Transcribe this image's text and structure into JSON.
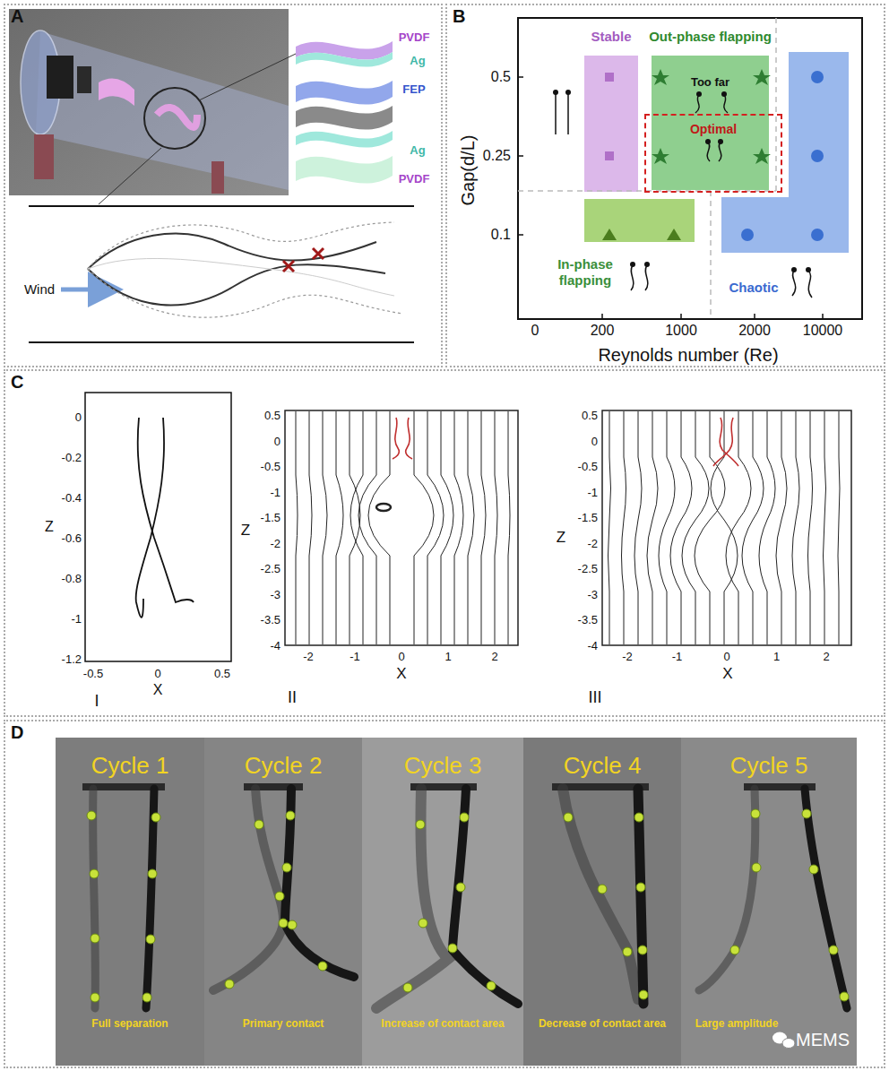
{
  "diagram": {
    "nodes": [
      {
        "text": [
          "A"
        ]
      },
      {
        "text": [
          "B"
        ]
      },
      {
        "text": [
          "Stable"
        ],
        "in": 1
      },
      {
        "text": [
          "Out-phase flapping",
          "Too far"
        ],
        "in": 1
      },
      {
        "text": [
          "Optimal"
        ],
        "in": 3
      },
      {
        "text": [
          "In-phase flapping"
        ],
        "in": 1
      },
      {
        "text": [
          "Chaotic"
        ],
        "in": 1
      },
      {
        "text": [
          "C"
        ]
      },
      {
        "text": [
          "D"
        ]
      },
      {
        "text": [
          "Cycle 1",
          "Full separation"
        ],
        "in": 8
      },
      {
        "text": [
          "Cycle 2",
          "Primary contact"
        ],
        "in": 8
      },
      {
        "text": [
          "Cycle 3",
          "Increase of contact area"
        ],
        "in": 8
      },
      {
        "text": [
          "Cycle 4",
          "Decrease of contact area"
        ],
        "in": 8
      },
      {
        "text": [
          "Cycle 5",
          "Large amplitude"
        ],
        "in": 8
      }
    ],
    "labels": [
      "PVDF",
      "Ag",
      "FEP",
      "Ag",
      "PVDF",
      "Wind",
      "Gap(d/L)",
      "0.5",
      "0.25",
      "0.1",
      "0",
      "200",
      "1000",
      "2000",
      "10000",
      "Reynolds number (Re)",
      "0",
      "-0.2",
      "-0.4",
      "-0.6",
      "-0.8",
      "-1",
      "-1.2",
      "Z",
      "-0.5",
      "0",
      "0.5",
      "X",
      "I",
      "0.5",
      "0",
      "-0.5",
      "-1",
      "-1.5",
      "-2",
      "-2.5",
      "-3",
      "-3.5",
      "-4",
      "Z",
      "-2",
      "-1",
      "0",
      "1",
      "2",
      "X",
      "II",
      "0.5",
      "0",
      "-0.5",
      "-1",
      "-1.5",
      "-2",
      "-2.5",
      "-3",
      "-3.5",
      "-4",
      "Z",
      "-2",
      "-1",
      "0",
      "1",
      "2",
      "X",
      "III",
      "MEMS"
    ]
  }
}
